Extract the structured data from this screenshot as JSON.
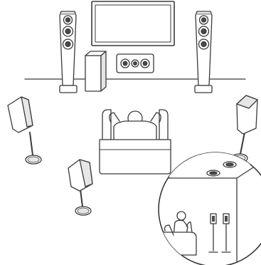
{
  "diagram": {
    "type": "speaker-layout-illustration",
    "components": [
      {
        "icon": "television-icon",
        "count": 1
      },
      {
        "icon": "front-tower-speaker-icon",
        "count": 2
      },
      {
        "icon": "center-channel-speaker-icon",
        "count": 1
      },
      {
        "icon": "subwoofer-icon",
        "count": 1
      },
      {
        "icon": "surround-speaker-on-stand-icon",
        "count": 3
      },
      {
        "icon": "listener-on-sofa-icon",
        "count": 1
      },
      {
        "icon": "ceiling-speaker-inset-icon",
        "count": 1
      }
    ],
    "colors": {
      "stroke": "#3a3a3a",
      "fill": "#ffffff",
      "shade": "#bdbdbd",
      "dark": "#4a4a4a",
      "background": "#ffffff"
    }
  }
}
